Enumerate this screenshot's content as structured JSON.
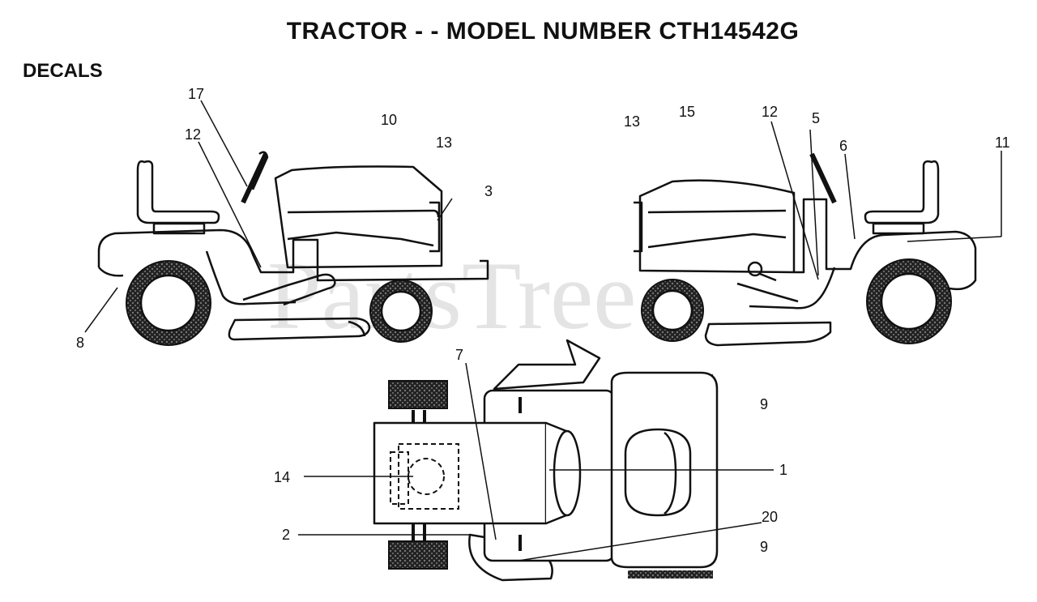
{
  "title": "TRACTOR - - MODEL NUMBER CTH14542G",
  "section": "DECALS",
  "watermark": "PartsTree",
  "callouts": {
    "left_17": "17",
    "left_12": "12",
    "left_10": "10",
    "left_13": "13",
    "left_3": "3",
    "left_8": "8",
    "right_13": "13",
    "right_15": "15",
    "right_12": "12",
    "right_5": "5",
    "right_6": "6",
    "right_11": "11",
    "top_7": "7",
    "top_9a": "9",
    "top_1": "1",
    "top_14": "14",
    "top_2": "2",
    "top_20": "20",
    "top_9b": "9"
  }
}
